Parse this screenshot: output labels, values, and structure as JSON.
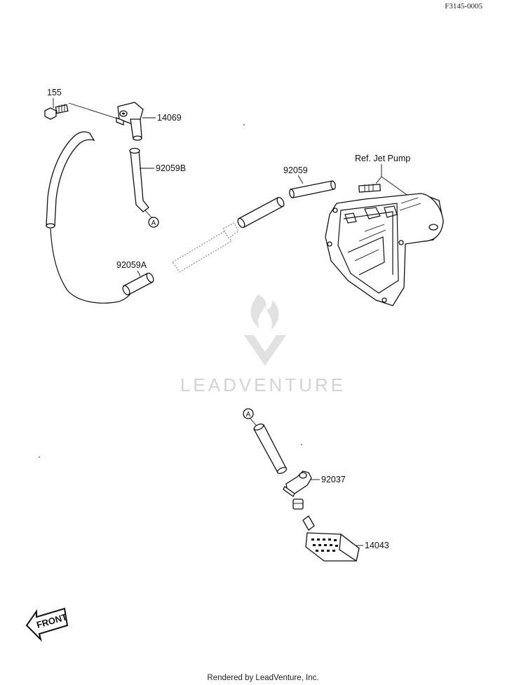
{
  "diagram": {
    "code": "F3145-0005",
    "labels": {
      "p155": "155",
      "p14069": "14069",
      "p92059B": "92059B",
      "p92059": "92059",
      "ref_jet_pump": "Ref. Jet Pump",
      "p92059A": "92059A",
      "callout_a_top": "A",
      "callout_a_bottom": "A",
      "p92037": "92037",
      "p14043": "14043"
    },
    "front_arrow": "FRONT",
    "watermark": "LEADVENTURE",
    "footer": "Rendered by LeadVenture, Inc."
  }
}
